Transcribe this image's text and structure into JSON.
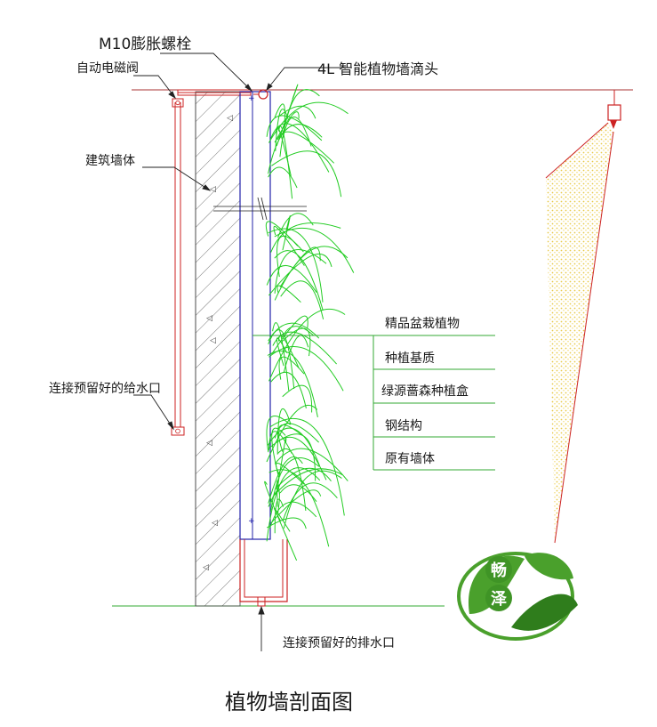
{
  "labels": {
    "bolt": "M10膨胀螺栓",
    "valve": "自动电磁阀",
    "dripper": "4L 智能植物墙滴头",
    "wall_body": "建筑墙体",
    "inlet": "连接预留好的给水口",
    "drain": "连接预留好的排水口",
    "title": "植物墙剖面图"
  },
  "layers": [
    "精品盆栽植物",
    "种植基质",
    "绿源蔷森种植盒",
    "钢结构",
    "原有墙体"
  ],
  "logo": {
    "text_top": "畅",
    "text_bottom": "泽"
  },
  "colors": {
    "plant": "#22cc22",
    "pipe": "#cc2222",
    "steel": "#2222aa",
    "spray": "#f2e27a",
    "logo_green": "#4aa02c",
    "logo_dark": "#2f7d1c"
  }
}
